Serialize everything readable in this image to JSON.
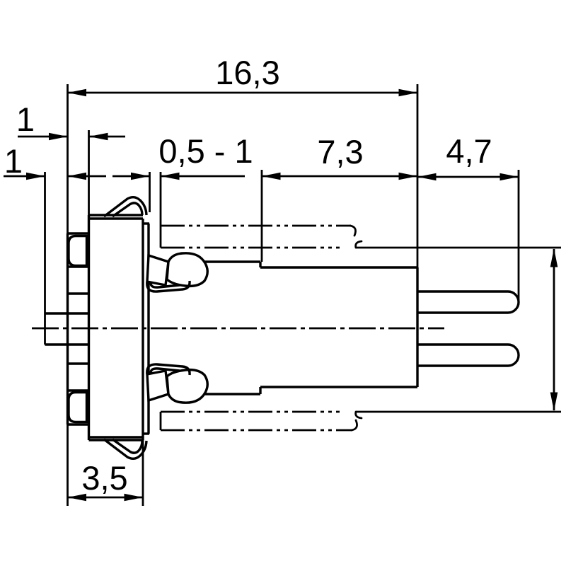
{
  "colors": {
    "line": "#000000",
    "background": "#ffffff"
  },
  "dimensions": {
    "overall_length": {
      "label": "16,3"
    },
    "nut_thickness": {
      "label": "1"
    },
    "solder_lug_length": {
      "label": "1"
    },
    "panel_thickness_range": {
      "label": "0,5 - 1"
    },
    "rear_body_length": {
      "label": "7,3"
    },
    "pin_length": {
      "label": "4,7"
    },
    "front_depth": {
      "label": "3,5"
    }
  }
}
